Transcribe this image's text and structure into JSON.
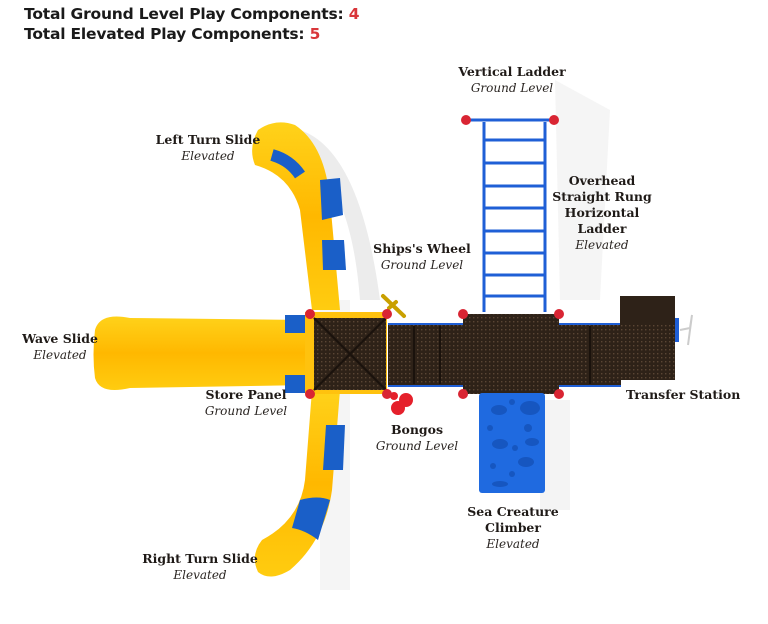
{
  "totals": {
    "ground_label": "Total Ground Level Play Components:",
    "ground_count": "4",
    "elevated_label": "Total Elevated Play Components:",
    "elevated_count": "5"
  },
  "components": {
    "vertical_ladder": {
      "name": "Vertical Ladder",
      "level": "Ground Level"
    },
    "left_turn_slide": {
      "name": "Left Turn Slide",
      "level": "Elevated"
    },
    "overhead_ladder": {
      "name_lines": [
        "Overhead",
        "Straight Rung",
        "Horizontal",
        "Ladder"
      ],
      "level": "Elevated"
    },
    "ships_wheel": {
      "name": "Ships's Wheel",
      "level": "Ground Level"
    },
    "wave_slide": {
      "name": "Wave Slide",
      "level": "Elevated"
    },
    "store_panel": {
      "name": "Store Panel",
      "level": "Ground Level"
    },
    "transfer_station": {
      "name": "Transfer Station"
    },
    "bongos": {
      "name": "Bongos",
      "level": "Ground Level"
    },
    "sea_creature_climber": {
      "name_lines": [
        "Sea Creature",
        "Climber"
      ],
      "level": "Elevated"
    },
    "right_turn_slide": {
      "name": "Right Turn Slide",
      "level": "Elevated"
    }
  },
  "colors": {
    "count_red": "#d9363a",
    "slide_yellow": "#ffc20e",
    "slide_blue": "#1a5fc8",
    "deck_brown": "#2e2218",
    "rail_blue": "#1f5fd6",
    "clamp_red": "#d92533"
  }
}
